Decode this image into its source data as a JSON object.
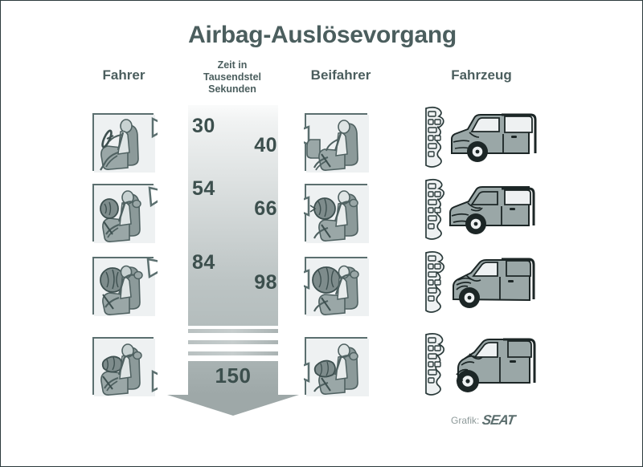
{
  "title": "Airbag-Auslösevorgang",
  "columns": {
    "driver": "Fahrer",
    "time": "Zeit in\nTausendstel\nSekunden",
    "time_line1": "Zeit in",
    "time_line2": "Tausendstel",
    "time_line3": "Sekunden",
    "passenger": "Beifahrer",
    "vehicle": "Fahrzeug"
  },
  "timings": {
    "t30": "30",
    "t40": "40",
    "t54": "54",
    "t66": "66",
    "t84": "84",
    "t98": "98",
    "t150": "150"
  },
  "rows": [
    {
      "driver_time": "30",
      "passenger_time": "40",
      "driver_state": "driver-seated-before-deployment",
      "passenger_state": "passenger-seated-before-deployment",
      "vehicle_state": "vehicle-initial-impact-with-wall"
    },
    {
      "driver_time": "54",
      "passenger_time": "66",
      "driver_state": "driver-airbag-inflating",
      "passenger_state": "passenger-airbag-inflating",
      "vehicle_state": "vehicle-front-deforming"
    },
    {
      "driver_time": "84",
      "passenger_time": "98",
      "driver_state": "driver-airbag-fully-inflated",
      "passenger_state": "passenger-airbag-fully-inflated",
      "vehicle_state": "vehicle-front-crushed"
    },
    {
      "driver_time": "150",
      "passenger_time": "150",
      "driver_state": "driver-airbag-deflating",
      "passenger_state": "passenger-airbag-deflating",
      "vehicle_state": "vehicle-fully-crushed-at-rest"
    }
  ],
  "credit": {
    "prefix": "Grafik:",
    "brand": "SEAT"
  },
  "colors": {
    "text": "#4b5e5e",
    "number": "#3c4f4d",
    "frame": "#5b6f6f",
    "fill_light": "#eef1f2",
    "fill_mid": "#9aa7a7",
    "fill_dark": "#6d7d7d",
    "bar_top": "#fafbfb",
    "bar_bottom": "#9ea8a8",
    "credit": "#8e9a9a"
  }
}
